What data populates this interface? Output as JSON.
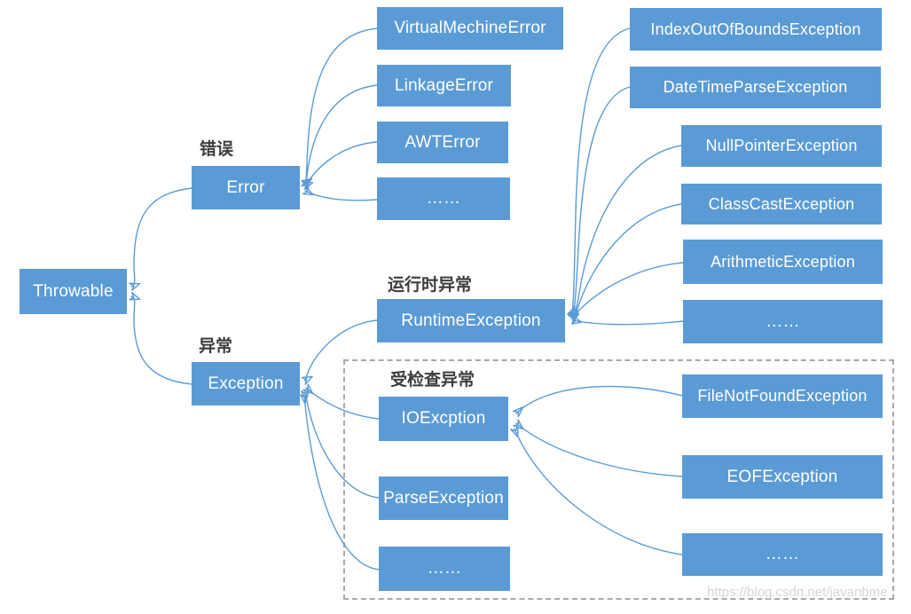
{
  "diagram": {
    "title_hint": "Java Throwable class hierarchy",
    "watermark": "https://blog.csdn.net/javanbme",
    "colors": {
      "box_fill": "#5B9BD5",
      "box_text": "#FFFFFF",
      "connector": "#5B9BD5",
      "annotation_text": "#3D3D3D",
      "dashed_border": "#A9A9A9",
      "watermark_text": "#D5D5D5"
    },
    "labels": {
      "error_zh": "错误",
      "exception_zh": "异常",
      "runtime_zh": "运行时异常",
      "checked_zh": "受检查异常"
    },
    "nodes": {
      "throwable": "Throwable",
      "error": "Error",
      "exception": "Exception",
      "virtual_mechine_error": "VirtualMechineError",
      "linkage_error": "LinkageError",
      "awt_error": "AWTError",
      "error_more": "……",
      "runtime_exception": "RuntimeException",
      "index_out_of_bounds_exception": "IndexOutOfBoundsException",
      "date_time_parse_exception": "DateTimeParseException",
      "null_pointer_exception": "NullPointerException",
      "class_cast_exception": "ClassCastException",
      "arithmetic_exception": "ArithmeticException",
      "runtime_more": "……",
      "io_exception": "IOExcption",
      "parse_exception": "ParseException",
      "checked_more": "……",
      "file_not_found_exception": "FileNotFoundException",
      "eof_exception": "EOFException",
      "io_more": "……"
    },
    "edges": [
      {
        "from": "Error",
        "to": "Throwable"
      },
      {
        "from": "Exception",
        "to": "Throwable"
      },
      {
        "from": "VirtualMechineError",
        "to": "Error"
      },
      {
        "from": "LinkageError",
        "to": "Error"
      },
      {
        "from": "AWTError",
        "to": "Error"
      },
      {
        "from": "……",
        "to": "Error"
      },
      {
        "from": "RuntimeException",
        "to": "Exception"
      },
      {
        "from": "IOExcption",
        "to": "Exception"
      },
      {
        "from": "ParseException",
        "to": "Exception"
      },
      {
        "from": "……",
        "to": "Exception"
      },
      {
        "from": "IndexOutOfBoundsException",
        "to": "RuntimeException"
      },
      {
        "from": "DateTimeParseException",
        "to": "RuntimeException"
      },
      {
        "from": "NullPointerException",
        "to": "RuntimeException"
      },
      {
        "from": "ClassCastException",
        "to": "RuntimeException"
      },
      {
        "from": "ArithmeticException",
        "to": "RuntimeException"
      },
      {
        "from": "……",
        "to": "RuntimeException"
      },
      {
        "from": "FileNotFoundException",
        "to": "IOExcption"
      },
      {
        "from": "EOFException",
        "to": "IOExcption"
      },
      {
        "from": "……",
        "to": "IOExcption"
      }
    ]
  }
}
